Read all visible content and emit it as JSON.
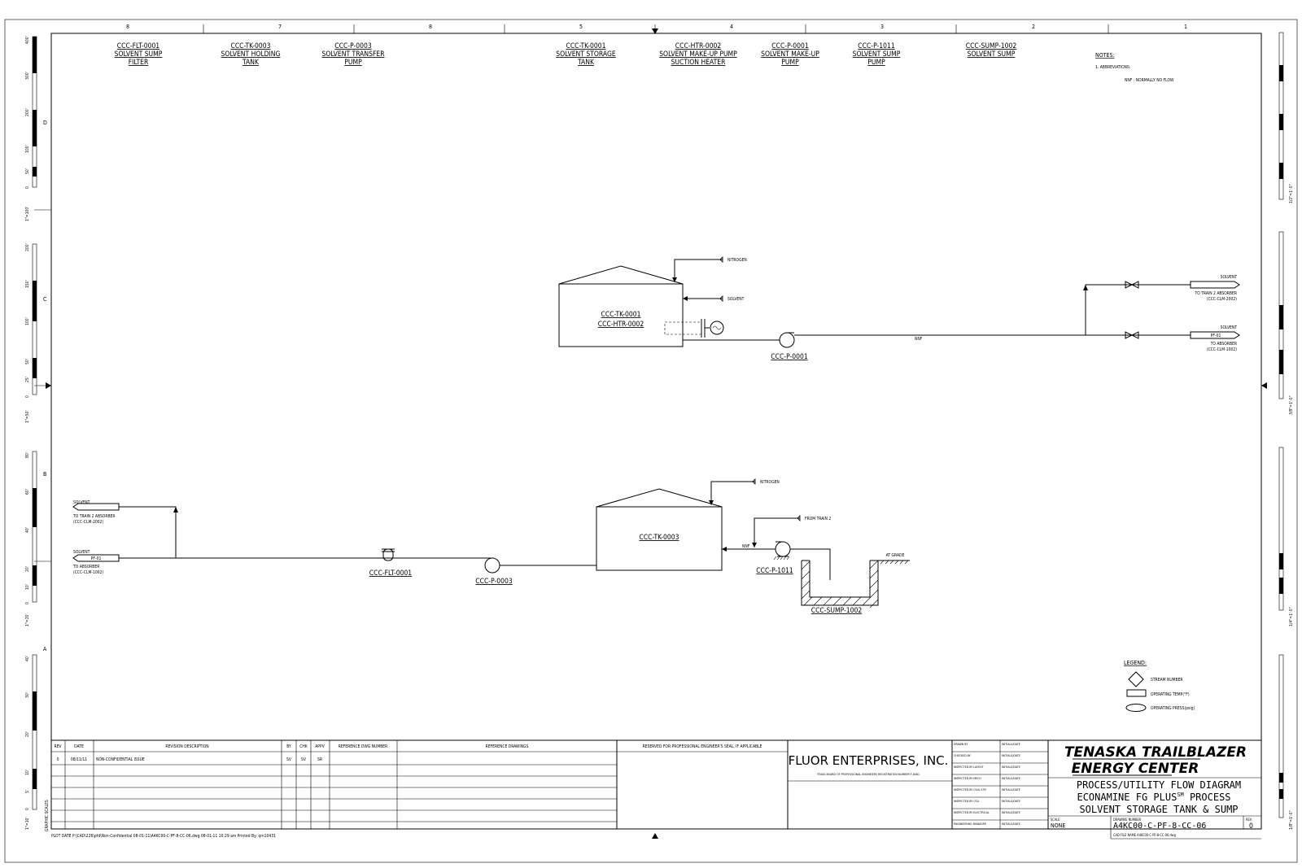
{
  "zone_numbers": [
    "8",
    "7",
    "8",
    "5",
    "4",
    "3",
    "2",
    "1"
  ],
  "zone_letters": [
    "D",
    "C",
    "B",
    "A"
  ],
  "header_equipment": [
    {
      "tag": "CCC-FLT-0001",
      "l1": "SOLVENT SUMP",
      "l2": "FILTER"
    },
    {
      "tag": "CCC-TK-0003",
      "l1": "SOLVENT HOLDING",
      "l2": "TANK"
    },
    {
      "tag": "CCC-P-0003",
      "l1": "SOLVENT TRANSFER",
      "l2": "PUMP"
    },
    {
      "tag": "CCC-TK-0001",
      "l1": "SOLVENT STORAGE",
      "l2": "TANK"
    },
    {
      "tag": "CCC-HTR-0002",
      "l1": "SOLVENT MAKE-UP PUMP",
      "l2": "SUCTION HEATER"
    },
    {
      "tag": "CCC-P-0001",
      "l1": "SOLVENT MAKE-UP",
      "l2": "PUMP"
    },
    {
      "tag": "CCC-P-1011",
      "l1": "SOLVENT SUMP",
      "l2": "PUMP"
    },
    {
      "tag": "CCC-SUMP-1002",
      "l1": "SOLVENT SUMP",
      "l2": ""
    }
  ],
  "notes": {
    "title": "NOTES:",
    "item": "1.   ABBREVIATIONS:",
    "abbr": "NNF : NORMALLY NO FLOW"
  },
  "upper": {
    "nitrogen": "NITROGEN",
    "solvent": "SOLVENT",
    "tank_tag": "CCC-TK-0001",
    "heater_tag": "CCC-HTR-0002",
    "pump_tag": "CCC-P-0001",
    "nnf": "NNF",
    "out1_title": "SOLVENT",
    "out1_l1": "TO TRAIN 2 ABSORBER",
    "out1_l2": "(CCC-CLM-2002)",
    "out2_title": "SOLVENT",
    "out2_box": "PF-01",
    "out2_l1": "TO ABSORBER",
    "out2_l2": "(CCC-CLM-1002)"
  },
  "lower": {
    "nitrogen": "NITROGEN",
    "from_train": "FROM TRAIN 2",
    "tank_tag": "CCC-TK-0003",
    "nnf": "NNF",
    "pump_tag": "CCC-P-1011",
    "pump2_tag": "CCC-P-0003",
    "filter_tag": "CCC-FLT-0001",
    "sump_tag": "CCC-SUMP-1002",
    "at_grade": "AT GRADE",
    "out1_title": "SOLVENT",
    "out1_l1": "TO TRAIN 2 ABSORBER",
    "out1_l2": "(CCC-CLM-2002)",
    "out2_title": "SOLVENT",
    "out2_box": "PF-01",
    "out2_l1": "TO ABSORBER",
    "out2_l2": "(CCC-CLM-1002)"
  },
  "legend": {
    "title": "LEGEND:",
    "stream": "STREAM NUMBER",
    "temp": "OPERATING TEMP(°F)",
    "press": "OPERATING PRESS(psig)"
  },
  "rev_table": {
    "headers": [
      "REV",
      "DATE",
      "REVISION DESCRIPTION",
      "BY",
      "CHK",
      "APPV",
      "REFERENCE DWG NUMBER",
      "REFERENCE DRAWINGS"
    ],
    "row": [
      "0",
      "08/11/11",
      "NON-CONFIDENTIAL ISSUE",
      "SV",
      "SV",
      "SR",
      "",
      ""
    ]
  },
  "seal_text": "RESERVED FOR PROFESSIONAL ENGINEER'S SEAL, IF APPLICABLE",
  "company": "FLUOR ENTERPRISES, INC.",
  "company_sub": "TEXAS BOARD OF PROFESSIONAL ENGINEERS REGISTRATION NUMBER F-8081",
  "signoffs": [
    [
      "DRAWN BY",
      "INITIALS/DATE"
    ],
    [
      "CHECKED BY",
      "INITIALS/DATE"
    ],
    [
      "INSPECTED BY LAYOUT",
      "INITIALS/DATE"
    ],
    [
      "INSPECTED BY MECH",
      "INITIALS/DATE"
    ],
    [
      "INSPECTED BY CIVIL STR",
      "INITIALS/DATE"
    ],
    [
      "INSPECTED BY CSA",
      "INITIALS/DATE"
    ],
    [
      "INSPECTED BY ELECTRICAL",
      "INITIALS/DATE"
    ],
    [
      "ENGINEERING MANAGER",
      "INITIALS/DATE"
    ]
  ],
  "logo": {
    "l1": "TENASKA TRAILBLAZER",
    "l2": "ENERGY CENTER"
  },
  "title_block": {
    "t1": "PROCESS/UTILITY FLOW DIAGRAM",
    "t2": "ECONAMINE FG PLUS",
    "t2sup": "SM",
    "t2end": " PROCESS",
    "t3": "SOLVENT STORAGE TANK & SUMP"
  },
  "scale_label": "SCALE",
  "scale": "NONE",
  "dwg_label": "DRAWING NUMBER",
  "dwg": "A4KC00-C-PF-8-CC-06",
  "rev_label": "REV",
  "rev": "0",
  "cad_file": "CAD FILE NAME  A4KC00-C-PF-8-CC-06.dwg",
  "plot_line": "PLOT DATE P:\\CAD\\226\\pfd\\Non-Confidential 08-01-11\\A4KC00-C-PF-8-CC-06.dwg  08-01-11  10:29 am   Printed By: qm10431",
  "left_scales": [
    {
      "label": "1\"=100'",
      "ticks": [
        "400'",
        "300'",
        "200'",
        "100'",
        "50'",
        "0"
      ]
    },
    {
      "label": "1\"=50'",
      "ticks": [
        "200'",
        "150'",
        "100'",
        "50'",
        "25'",
        "0"
      ]
    },
    {
      "label": "1\"=20'",
      "ticks": [
        "80'",
        "60'",
        "40'",
        "20'",
        "10'",
        "0"
      ]
    },
    {
      "label": "1\"=10'",
      "ticks": [
        "40'",
        "30'",
        "20'",
        "10'",
        "5'",
        "0"
      ]
    }
  ],
  "right_scales": [
    "1/2\"=1'-0\"",
    "3/8\"=1'-0\"",
    "1/4\"=1'-0\"",
    "1/8\"=1'-0\""
  ],
  "graphic_scale": "GRAPHIC SCALES"
}
